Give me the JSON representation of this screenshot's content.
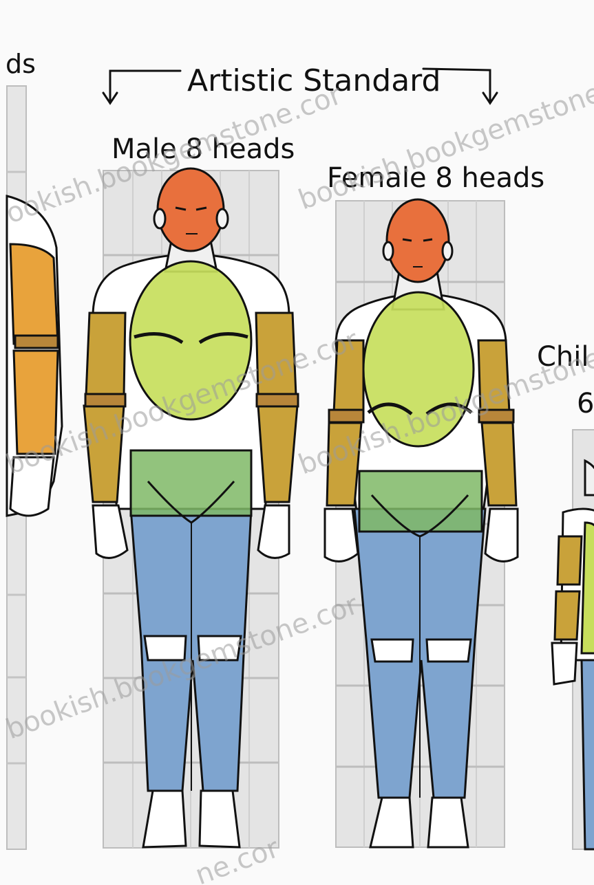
{
  "labels": {
    "left_partial": "ds",
    "header": "Artistic Standard",
    "male": "Male 8 heads",
    "female": "Female 8 heads",
    "child_line1": "Chil",
    "child_line2": "6"
  },
  "watermarks": [
    "ookish.bookgemstone.cor",
    "bookish.bookgemstone.cor",
    "bookish.bookgemstone.cor",
    "bookish.bookgemstone.cor",
    "bookish.bookgemstone.cor",
    "ne.cor"
  ],
  "colors": {
    "background": "#ffffff",
    "grid_panel": "#e6e6e6",
    "grid_line": "#bfbfbf",
    "head": "#e8703d",
    "torso_ellipse": "#c7de5c",
    "pelvis_box": "#7fb866",
    "arm": "#c9a23a",
    "legs": "#7ea4cf",
    "outline": "#111111"
  }
}
